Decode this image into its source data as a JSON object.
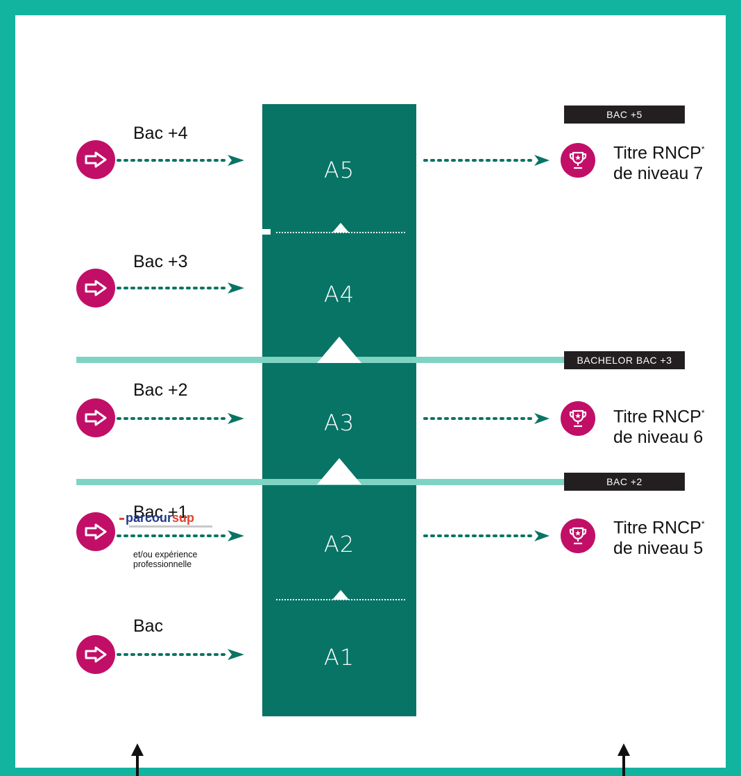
{
  "years": [
    "A5",
    "A4",
    "A3",
    "A2",
    "A1"
  ],
  "entries": [
    {
      "label": "Bac +4",
      "note": ""
    },
    {
      "label": "Bac +3",
      "note": ""
    },
    {
      "label": "Bac +2",
      "note": ""
    },
    {
      "label": "Bac +1",
      "note_line1": "et/ou expérience",
      "note_line2": "professionnelle"
    },
    {
      "label": "Bac",
      "note": ""
    }
  ],
  "tags": {
    "bac5": "BAC +5",
    "bachelor": "BACHELOR BAC +3",
    "bac2": "BAC +2"
  },
  "outcomes": [
    {
      "line1": "Titre RNCP",
      "star": "*",
      "line2": "de niveau 7"
    },
    {
      "line1": "Titre RNCP",
      "star": "*",
      "line2": "de niveau 6"
    },
    {
      "line1": "Titre RNCP",
      "star": "*",
      "line2": "de niveau 5"
    }
  ],
  "logo": {
    "part1": "parcour",
    "part2": "sup"
  },
  "colors": {
    "frame": "#13b49f",
    "column": "#087465",
    "accent": "#c10f67",
    "band": "#7ed3c3",
    "arrow": "#087465",
    "tag_bg": "#231f20"
  }
}
